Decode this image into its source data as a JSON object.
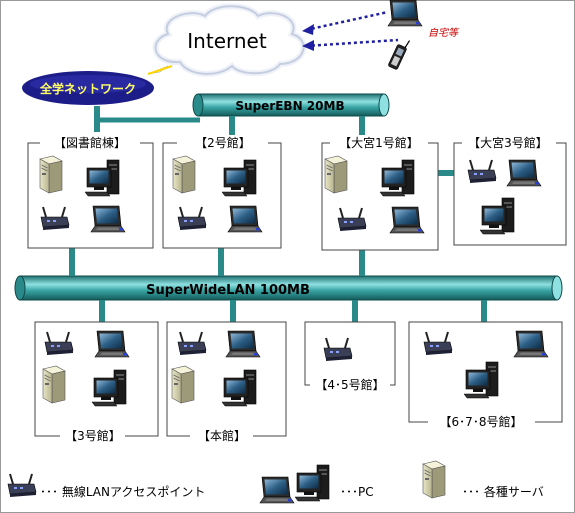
{
  "cloud": {
    "label": "Internet"
  },
  "home": {
    "label": "自宅等"
  },
  "campus_network": {
    "label": "全学ネットワーク"
  },
  "backbones": {
    "upper": {
      "label": "SuperEBN  20MB"
    },
    "lower": {
      "label": "SuperWideLAN  100MB"
    }
  },
  "buildings": {
    "library": "【図書館棟】",
    "b2": "【2号館】",
    "omiya1": "【大宮1号館】",
    "omiya3": "【大宮3号館】",
    "b3": "【3号館】",
    "main": "【本館】",
    "b45": "【4･5号館】",
    "b678": "【6･7･8号館】"
  },
  "legend": {
    "ap": "･･･ 無線LANアクセスポイント",
    "pc": "･･･PC",
    "server": "･･･ 各種サーバ"
  },
  "colors": {
    "pipe": "#2a8a8a",
    "pipe_light": "#7fd0d0",
    "campus_oval": "#1d1d8a",
    "campus_text": "#ffff66",
    "arrow": "#2020a0",
    "home_text": "#cc0000"
  }
}
